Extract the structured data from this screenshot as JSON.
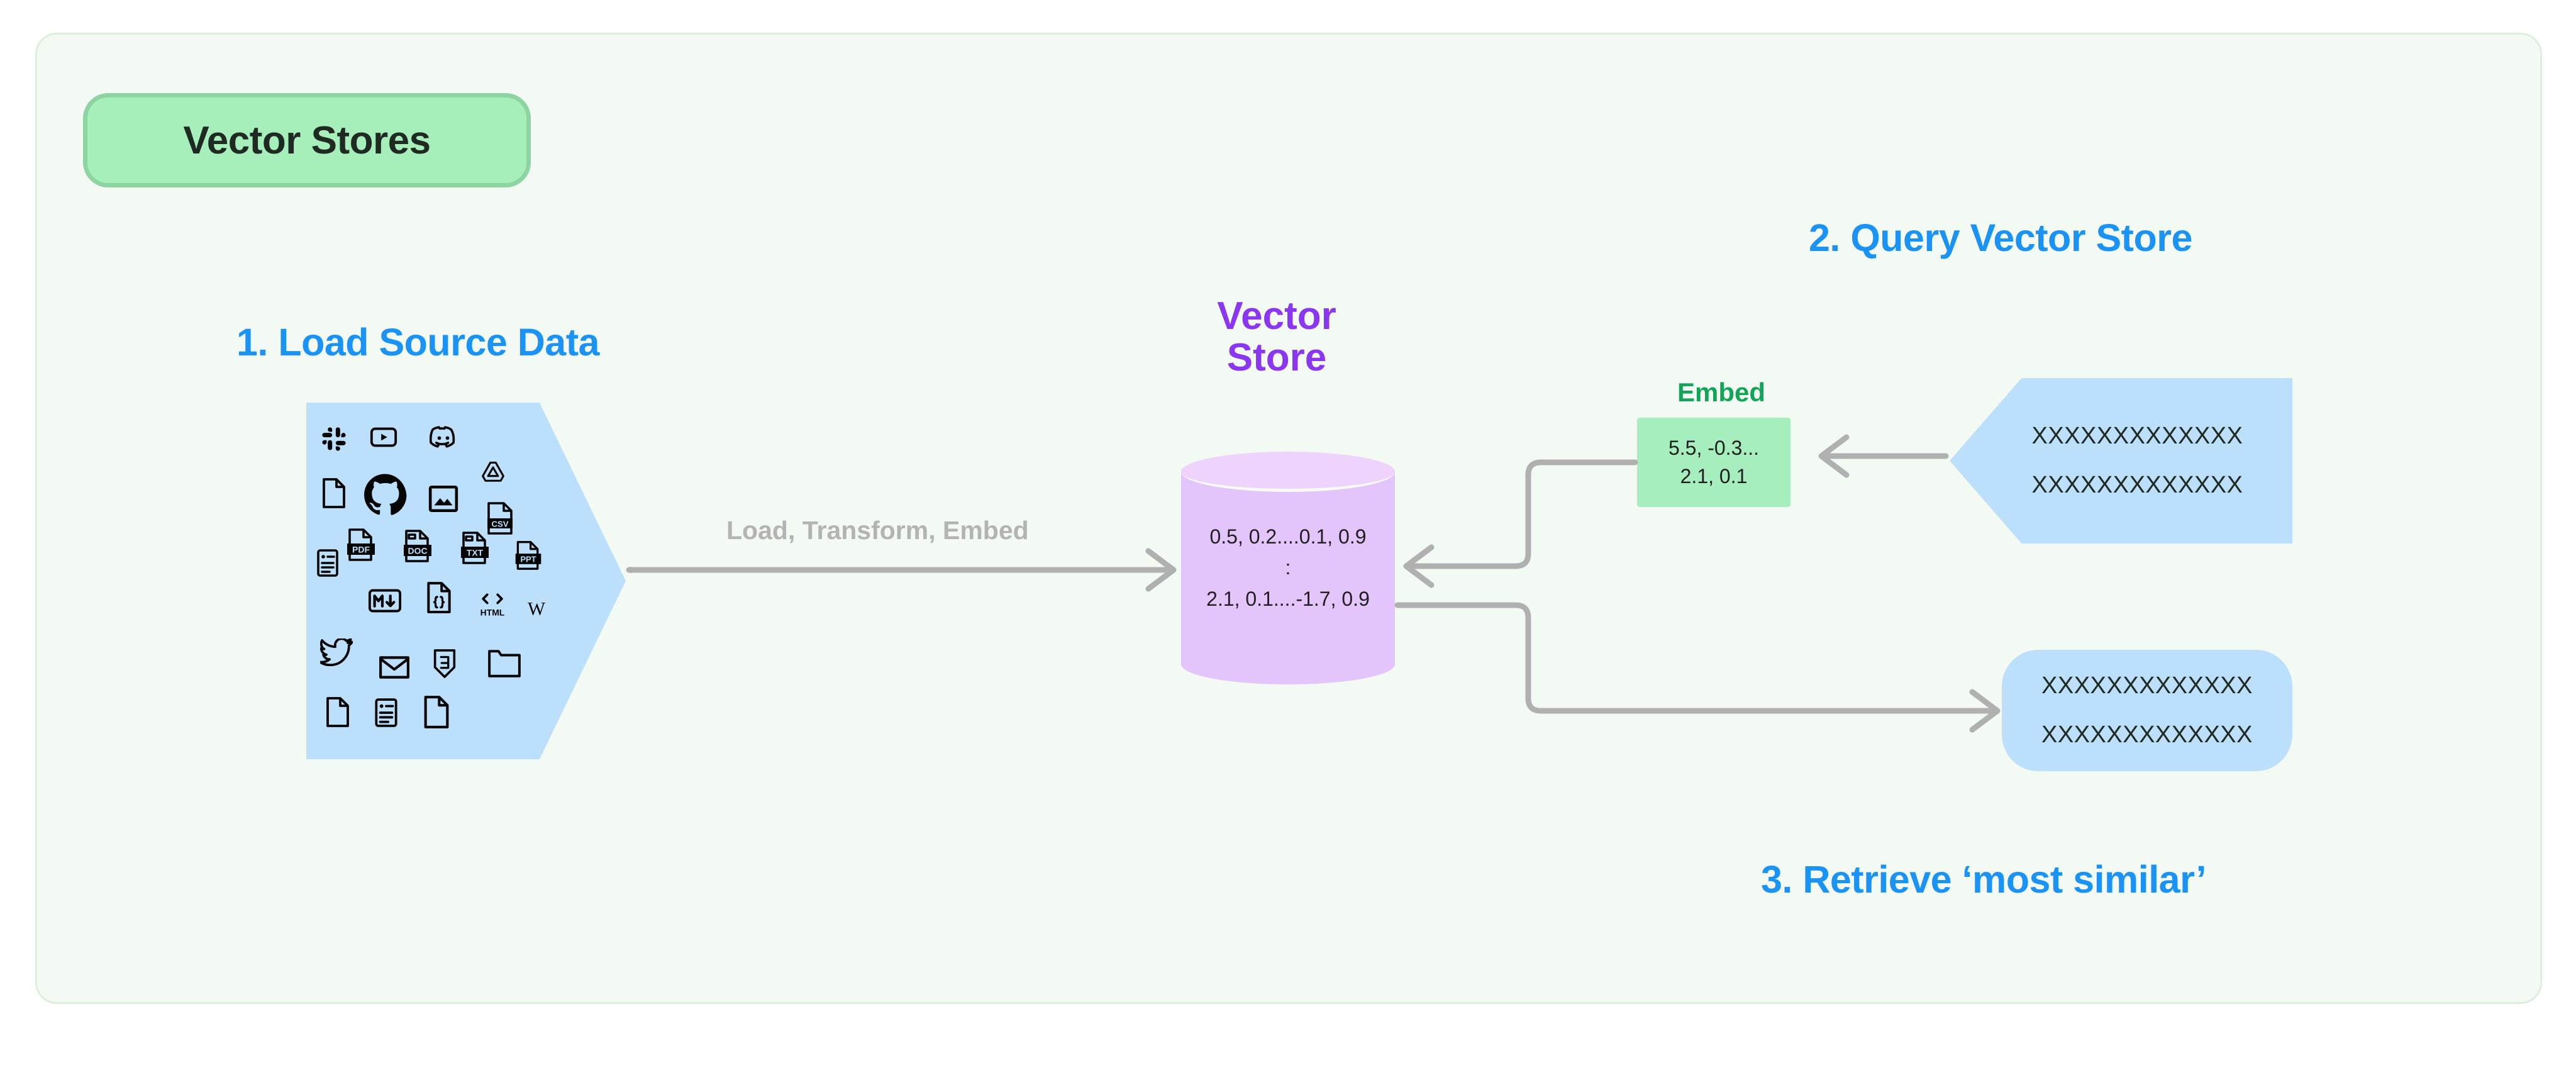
{
  "panel": {
    "background_color": "#f3faf3",
    "border_color": "#ddeedd"
  },
  "badge": {
    "label": "Vector Stores",
    "fill_color": "#a6eeba",
    "border_color": "#8ed3a2",
    "text_color": "#1e2a22"
  },
  "steps": {
    "accent_color": "#1a93f5",
    "step1": "1. Load Source Data",
    "step2": "2. Query Vector Store",
    "step3": "3. Retrieve ‘most similar’"
  },
  "vector_store": {
    "title_line1": "Vector",
    "title_line2": "Store",
    "title_color": "#8b36f0",
    "fill_color": "#e3c4fb",
    "top_color": "#eed3fd",
    "rows": [
      "0.5, 0.2....0.1, 0.9",
      ":",
      "2.1, 0.1....-1.7, 0.9"
    ]
  },
  "embed": {
    "title": "Embed",
    "title_color": "#12a558",
    "fill_color": "#a6eebe",
    "rows": [
      "5.5, -0.3...",
      "2.1, 0.1"
    ]
  },
  "source_data": {
    "fill_color": "#bcdffb",
    "icons": [
      "slack-icon",
      "youtube-icon",
      "discord-icon",
      "file-icon",
      "github-icon",
      "image-icon",
      "google-drive-icon",
      "csv-file-icon",
      "document-lines-icon",
      "pdf-file-icon",
      "doc-file-icon",
      "txt-file-icon",
      "ppt-file-icon",
      "markdown-icon",
      "json-code-file-icon",
      "html-icon",
      "wikipedia-icon",
      "twitter-icon",
      "email-icon",
      "css3-icon",
      "folder-icon",
      "file-icon",
      "document-lines-icon",
      "file-icon"
    ]
  },
  "pipeline_arrow": {
    "label": "Load, Transform, Embed",
    "label_color": "#b3b3b3",
    "line_color": "#b0b0b0"
  },
  "query": {
    "fill_color": "#bcdffb",
    "line1": "XXXXXXXXXXXXX",
    "line2": "XXXXXXXXXXXXX"
  },
  "retrieve": {
    "fill_color": "#bcdffb",
    "line1": "XXXXXXXXXXXXX",
    "line2": "XXXXXXXXXXXXX"
  }
}
